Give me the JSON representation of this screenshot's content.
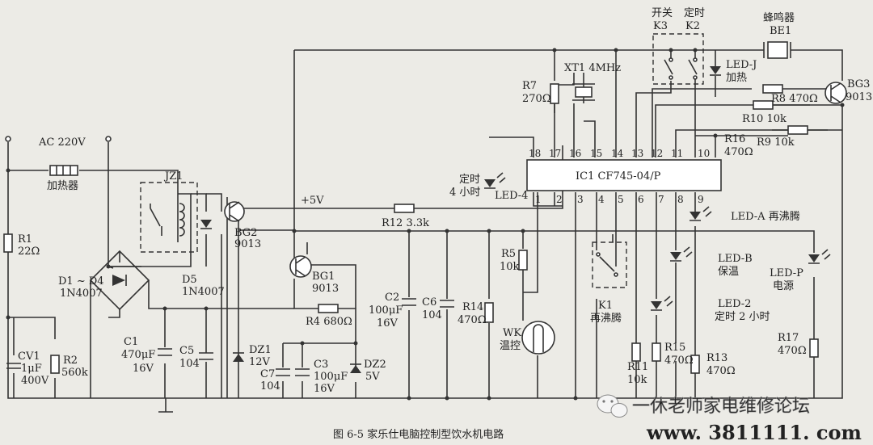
{
  "power": {
    "ac": "AC 220V",
    "heater": "加热器"
  },
  "relay": {
    "label": "JZ1"
  },
  "components": {
    "r1": [
      "R1",
      "22Ω"
    ],
    "cv1": [
      "CV1",
      "1μF",
      "400V"
    ],
    "r2": [
      "R2",
      "560k"
    ],
    "bridge": [
      "D1 ~ D4",
      "1N4007"
    ],
    "c1": [
      "C1",
      "470μF",
      "16V"
    ],
    "c5": [
      "C5",
      "104"
    ],
    "d5": [
      "D5",
      "1N4007"
    ],
    "dz1": [
      "DZ1",
      "12V"
    ],
    "bg2": [
      "BG2",
      "9013"
    ],
    "bg1": [
      "BG1",
      "9013"
    ],
    "r4": "R4 680Ω",
    "c7": [
      "C7",
      "104"
    ],
    "c3": [
      "C3",
      "100μF",
      "16V"
    ],
    "dz2": [
      "DZ2",
      "5V"
    ],
    "plus5v": "+5V",
    "r12": "R12  3.3k",
    "c2": [
      "C2",
      "100μF",
      "16V"
    ],
    "c6": [
      "C6",
      "104"
    ],
    "r14": [
      "R14",
      "470Ω"
    ],
    "r5": [
      "R5",
      "10k"
    ],
    "wk": [
      "WK",
      "温控"
    ],
    "r7": [
      "R7",
      "270Ω"
    ],
    "xt1": "XT1  4MHz",
    "led4": [
      "定时",
      "4 小时"
    ],
    "led4_name": "LED-4",
    "ic": "IC1  CF745-04/P",
    "k3": [
      "开关",
      "K3"
    ],
    "k2": [
      "定时",
      "K2"
    ],
    "be1": [
      "蜂鸣器",
      "BE1"
    ],
    "ledj": [
      "LED-J",
      "加热"
    ],
    "bg3": [
      "BG3",
      "9013"
    ],
    "r8": "R8 470Ω",
    "r10": "R10 10k",
    "r16": [
      "R16",
      "470Ω"
    ],
    "r9": "R9 10k",
    "leda": "LED-A  再沸腾",
    "ledb": [
      "LED-B",
      "保温"
    ],
    "ledp": [
      "LED-P",
      "电源"
    ],
    "led2": [
      "LED-2",
      "定时 2 小时"
    ],
    "k1": [
      "K1",
      "再沸腾"
    ],
    "r11": [
      "R11",
      "10k"
    ],
    "r15": [
      "R15",
      "470Ω"
    ],
    "r13": [
      "R13",
      "470Ω"
    ],
    "r17": [
      "R17",
      "470Ω"
    ]
  },
  "pins_top": [
    "18",
    "17",
    "16",
    "15",
    "14",
    "13",
    "12",
    "11",
    "10"
  ],
  "pins_bottom": [
    "1",
    "2",
    "3",
    "4",
    "5",
    "6",
    "7",
    "8",
    "9"
  ],
  "caption": "图 6-5   家乐仕电脑控制型饮水机电路",
  "watermark": "一休老师家电维修论坛",
  "site": "www. 3811111. com"
}
